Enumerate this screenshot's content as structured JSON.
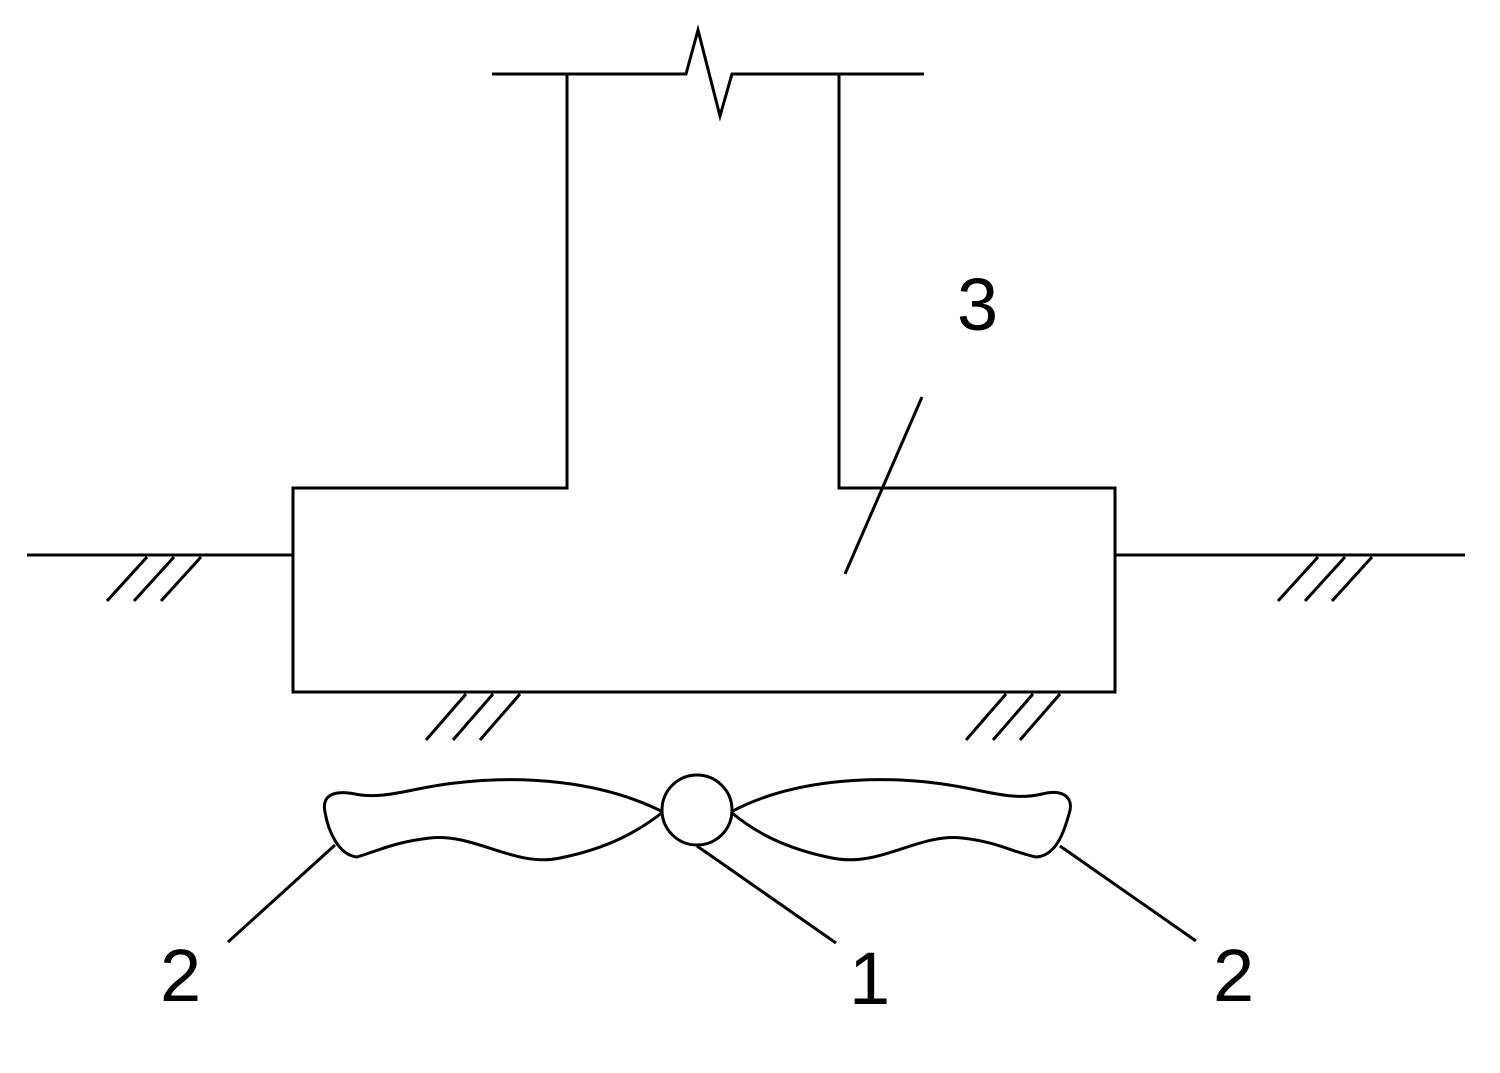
{
  "diagram": {
    "labels": {
      "marker_1": "1",
      "marker_2_left": "2",
      "marker_2_right": "2",
      "marker_3": "3"
    },
    "colors": {
      "stroke": "#000000",
      "background": "#ffffff"
    }
  }
}
